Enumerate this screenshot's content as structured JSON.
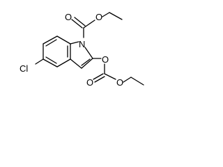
{
  "molecule": {
    "atoms": {
      "chlorine": "Cl",
      "n1": "N",
      "carbamate_oxygen_double": "O",
      "carbamate_oxygen_single": "O",
      "c2_ester_oxygen": "O",
      "carbonate_oxygen_double": "O",
      "carbonate_oxygen_single": "O"
    }
  }
}
